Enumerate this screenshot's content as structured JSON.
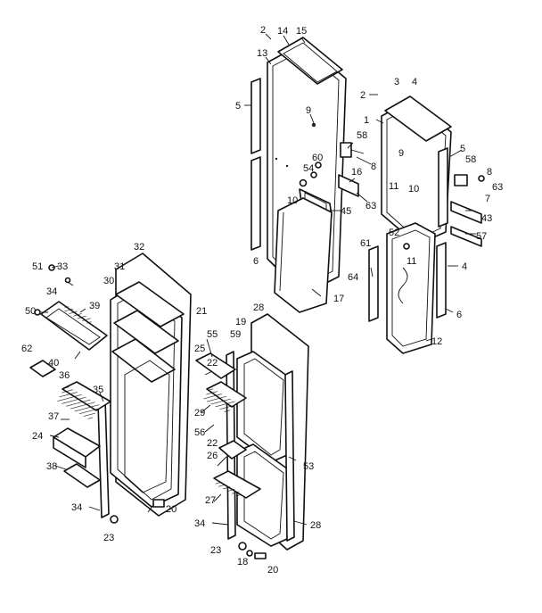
{
  "labels": [
    {
      "id": "l2a",
      "text": "2"
    },
    {
      "id": "l14",
      "text": "14"
    },
    {
      "id": "l15",
      "text": "15"
    },
    {
      "id": "l13",
      "text": "13"
    },
    {
      "id": "l5a",
      "text": "5"
    },
    {
      "id": "l9a",
      "text": "9"
    },
    {
      "id": "l60",
      "text": "60"
    },
    {
      "id": "l54",
      "text": "54"
    },
    {
      "id": "l10a",
      "text": "10"
    },
    {
      "id": "l58a",
      "text": "58"
    },
    {
      "id": "l8a",
      "text": "8"
    },
    {
      "id": "l16",
      "text": "16"
    },
    {
      "id": "l63a",
      "text": "63"
    },
    {
      "id": "l45",
      "text": "45"
    },
    {
      "id": "l6a",
      "text": "6"
    },
    {
      "id": "l17",
      "text": "17"
    },
    {
      "id": "l2b",
      "text": "2"
    },
    {
      "id": "l3",
      "text": "3"
    },
    {
      "id": "l4a",
      "text": "4"
    },
    {
      "id": "l1",
      "text": "1"
    },
    {
      "id": "l9b",
      "text": "9"
    },
    {
      "id": "l5b",
      "text": "5"
    },
    {
      "id": "l58b",
      "text": "58"
    },
    {
      "id": "l8b",
      "text": "8"
    },
    {
      "id": "l63b",
      "text": "63"
    },
    {
      "id": "l7",
      "text": "7"
    },
    {
      "id": "l11a",
      "text": "11"
    },
    {
      "id": "l10b",
      "text": "10"
    },
    {
      "id": "l43",
      "text": "43"
    },
    {
      "id": "l52",
      "text": "52"
    },
    {
      "id": "l61",
      "text": "61"
    },
    {
      "id": "l11b",
      "text": "11"
    },
    {
      "id": "l57",
      "text": "57"
    },
    {
      "id": "l64",
      "text": "64"
    },
    {
      "id": "l4b",
      "text": "4"
    },
    {
      "id": "l6b",
      "text": "6"
    },
    {
      "id": "l12",
      "text": "12"
    },
    {
      "id": "l32",
      "text": "32"
    },
    {
      "id": "l51",
      "text": "51"
    },
    {
      "id": "l33",
      "text": "33"
    },
    {
      "id": "l31",
      "text": "31"
    },
    {
      "id": "l34a",
      "text": "34"
    },
    {
      "id": "l30",
      "text": "30"
    },
    {
      "id": "l39",
      "text": "39"
    },
    {
      "id": "l50",
      "text": "50"
    },
    {
      "id": "l21",
      "text": "21"
    },
    {
      "id": "l28a",
      "text": "28"
    },
    {
      "id": "l19",
      "text": "19"
    },
    {
      "id": "l59",
      "text": "59"
    },
    {
      "id": "l55",
      "text": "55"
    },
    {
      "id": "l25",
      "text": "25"
    },
    {
      "id": "l22a",
      "text": "22"
    },
    {
      "id": "l62",
      "text": "62"
    },
    {
      "id": "l40",
      "text": "40"
    },
    {
      "id": "l36",
      "text": "36"
    },
    {
      "id": "l35",
      "text": "35"
    },
    {
      "id": "l29",
      "text": "29"
    },
    {
      "id": "l37",
      "text": "37"
    },
    {
      "id": "l56",
      "text": "56"
    },
    {
      "id": "l24",
      "text": "24"
    },
    {
      "id": "l22b",
      "text": "22"
    },
    {
      "id": "l26",
      "text": "26"
    },
    {
      "id": "l53",
      "text": "53"
    },
    {
      "id": "l38",
      "text": "38"
    },
    {
      "id": "l27",
      "text": "27"
    },
    {
      "id": "l34b",
      "text": "34"
    },
    {
      "id": "l20a",
      "text": "20"
    },
    {
      "id": "l34c",
      "text": "34"
    },
    {
      "id": "l28b",
      "text": "28"
    },
    {
      "id": "l23a",
      "text": "23"
    },
    {
      "id": "l23b",
      "text": "23"
    },
    {
      "id": "l18",
      "text": "18"
    },
    {
      "id": "l20b",
      "text": "20"
    }
  ]
}
